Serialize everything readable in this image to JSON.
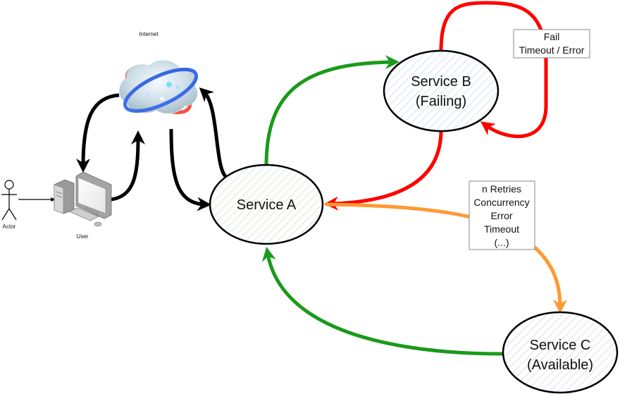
{
  "diagram": {
    "labels": {
      "internet": "Internet",
      "actor": "Actor",
      "user": "User"
    },
    "nodes": {
      "service_a": {
        "lines": [
          "Service A"
        ],
        "hatch_color": "#b9dcb9"
      },
      "service_b": {
        "lines": [
          "Service B",
          "(Failing)"
        ],
        "hatch_color": "#b8cff0"
      },
      "service_c": {
        "lines": [
          "Service C",
          "(Available)"
        ],
        "hatch_color": "#cdc4e4"
      }
    },
    "notes": {
      "fail_box": {
        "lines": [
          "Fail",
          "Timeout / Error"
        ]
      },
      "retries_box": {
        "lines": [
          "n Retries",
          "Concurrency",
          "Error",
          "Timeout",
          "(...)"
        ]
      }
    },
    "edges": [
      {
        "from": "Actor",
        "to": "User",
        "color": "#000000"
      },
      {
        "from": "User",
        "to": "Internet",
        "color": "#000000"
      },
      {
        "from": "Internet",
        "to": "User",
        "color": "#000000"
      },
      {
        "from": "Internet",
        "to": "Service A",
        "color": "#000000"
      },
      {
        "from": "Service A",
        "to": "Internet",
        "color": "#000000"
      },
      {
        "from": "Service A",
        "to": "Service B",
        "color": "#1a9a1a"
      },
      {
        "from": "Service B",
        "to": "Service B",
        "label": "Fail / Timeout / Error",
        "color": "#ff0000"
      },
      {
        "from": "Service B",
        "to": "Service A",
        "color": "#ff0000"
      },
      {
        "from": "Service A",
        "to": "Service C",
        "label": "n Retries / Concurrency / Error / Timeout / (...)",
        "color": "#ff9933"
      },
      {
        "from": "Service C",
        "to": "Service A",
        "color": "#1a9a1a"
      }
    ],
    "colors": {
      "success": "#1a9a1a",
      "failure": "#ff0000",
      "retry": "#ff9933",
      "neutral": "#000000"
    }
  }
}
